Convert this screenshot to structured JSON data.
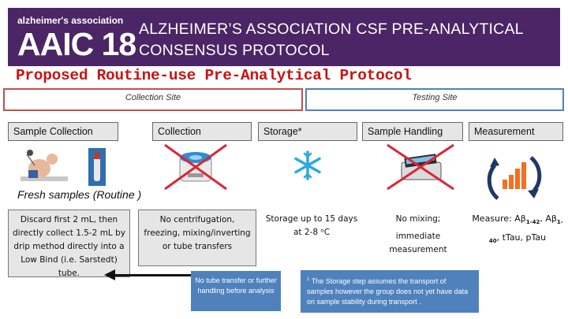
{
  "header": {
    "org_name": "alzheimer's association",
    "event_logo_text": "AAIC 18",
    "title": "ALZHEIMER’S ASSOCIATION CSF PRE-ANALYTICAL CONSENSUS PROTOCOL"
  },
  "subtitle": "Proposed Routine-use Pre-Analytical Protocol",
  "sites": {
    "collection_site": "Collection Site",
    "testing_site": "Testing Site"
  },
  "stages": [
    {
      "label": "Sample Collection"
    },
    {
      "label": "Collection"
    },
    {
      "label": "Storage*"
    },
    {
      "label": "Sample Handling"
    },
    {
      "label": "Measurement"
    }
  ],
  "fresh_samples_label": "Fresh samples (Routine )",
  "descriptions": {
    "sample_collection": "Discard first 2 mL, then directly collect 1.5-2 mL by drip method directly into a Low Bind (i.e. Sarstedt) tube.",
    "collection": "No centrifugation, freezing, mixing/inverting or tube transfers",
    "storage": "Storage up to 15 days at 2-8 ᵒC",
    "handling_line1": "No mixing;",
    "handling_line2": "immediate measurement",
    "measure_prefix": "Measure: Aβ",
    "measure_sub1": "1-42",
    "measure_mid": ", Aβ",
    "measure_sub2": "1-40",
    "measure_suffix": ", tTau, pTau"
  },
  "notes": {
    "no_transfer": "No tube transfer or further handling before analysis",
    "footnote_marker": "1",
    "footnote": "The Storage step assumes the transport of samples however the group does not yet have data on sample stability during transport ."
  },
  "icons": {
    "patient": "patient-lumbar-puncture-icon",
    "tube": "collection-tube-icon",
    "centrifuge": "centrifuge-icon",
    "snowflake": "snowflake-icon",
    "mixer": "tube-mixer-icon",
    "measurement": "bar-chart-cycle-icon"
  },
  "colors": {
    "banner": "#4b2565",
    "subtitle_red": "#cc1111",
    "collection_border": "#c0504d",
    "testing_border": "#4f81bd",
    "note_blue": "#4f81bd",
    "cross_red": "#d9263a",
    "measure_orange": "#f36f21",
    "cycle_navy": "#1f3864",
    "snowflake_blue": "#2aa9e0"
  }
}
